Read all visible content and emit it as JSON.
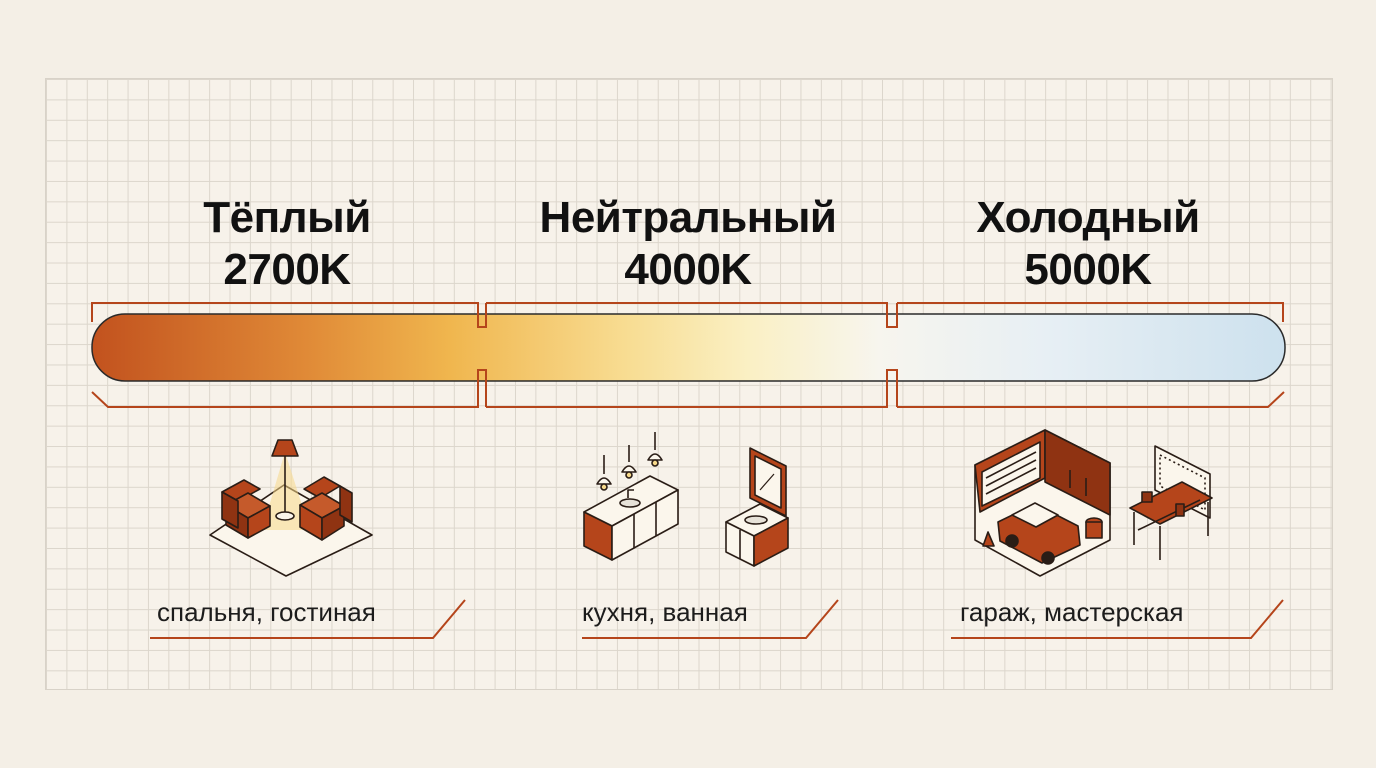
{
  "zones": [
    {
      "name": "Тёплый",
      "temperature": "2700K",
      "rooms": "спальня, гостиная",
      "icon": "armchairs-lamp-icon"
    },
    {
      "name": "Нейтральный",
      "temperature": "4000K",
      "rooms": "кухня, ванная",
      "icon": "kitchen-bathroom-icon"
    },
    {
      "name": "Холодный",
      "temperature": "5000K",
      "rooms": "гараж, мастерская",
      "icon": "garage-workshop-icon"
    }
  ],
  "colors": {
    "accent": "#b5451b",
    "warm": "#c2521e",
    "amber": "#e9a23b",
    "neutral_light": "#f8eec3",
    "white": "#f6f4ee",
    "cool": "#cfe2ef"
  }
}
